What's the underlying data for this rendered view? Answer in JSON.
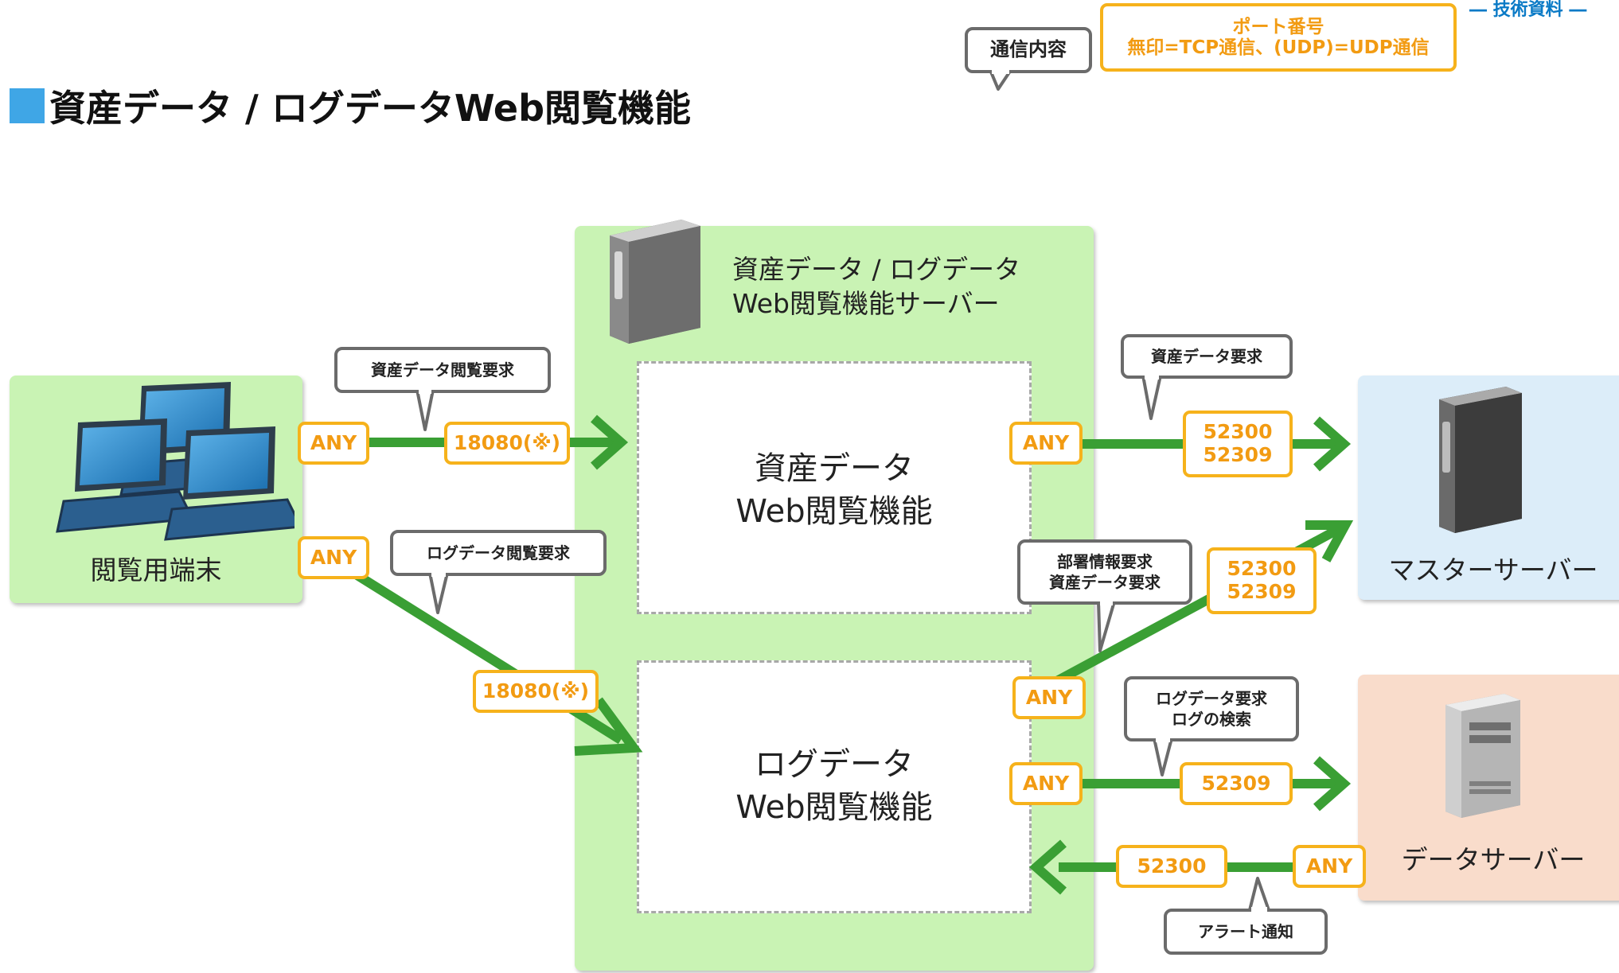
{
  "header": {
    "tech_tag": "― 技術資料 ―",
    "title": "資産データ / ログデータWeb閲覧機能"
  },
  "legend": {
    "content_label": "通信内容",
    "port_label_line1": "ポート番号",
    "port_label_line2": "無印=TCP通信、(UDP)=UDP通信"
  },
  "nodes": {
    "client": "閲覧用端末",
    "web_server_line1": "資産データ / ログデータ",
    "web_server_line2": "Web閲覧機能サーバー",
    "asset_func_line1": "資産データ",
    "asset_func_line2": "Web閲覧機能",
    "log_func_line1": "ログデータ",
    "log_func_line2": "Web閲覧機能",
    "master_server": "マスターサーバー",
    "data_server": "データサーバー"
  },
  "ports": {
    "any": "ANY",
    "p18080": "18080(※)",
    "p52300": "52300",
    "p52309": "52309"
  },
  "callouts": {
    "asset_view_request": "資産データ閲覧要求",
    "log_view_request": "ログデータ閲覧要求",
    "asset_data_request": "資産データ要求",
    "dept_info_request": "部署情報要求",
    "asset_data_request2": "資産データ要求",
    "log_data_request": "ログデータ要求",
    "log_search": "ログの検索",
    "alert_notify": "アラート通知"
  },
  "colors": {
    "arrow": "#3a9f34",
    "port_border": "#f6b21b",
    "port_text": "#f29b12",
    "panel_green": "#c9f3b4",
    "panel_blue": "#dcedf9",
    "panel_pink": "#f9dccb",
    "title_square": "#3fa6e6",
    "tag_blue": "#0a7ac6"
  }
}
